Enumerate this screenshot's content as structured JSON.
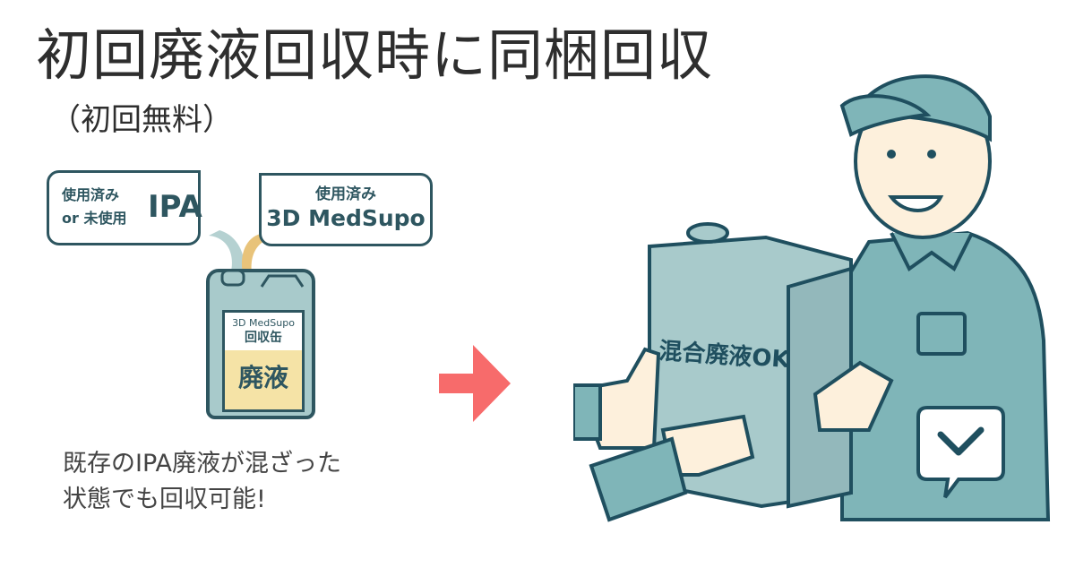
{
  "header": {
    "title": "初回廃液回収時に同梱回収",
    "subtitle": "（初回無料）"
  },
  "left_diagram": {
    "ipa_bubble": {
      "line1": "使用済み",
      "line2": "or 未使用",
      "label": "IPA"
    },
    "medsupo_bubble": {
      "line1": "使用済み",
      "label": "3D MedSupo"
    },
    "can": {
      "brand": "3D MedSupo",
      "name": "回収缶",
      "content": "廃液"
    },
    "caption": {
      "line1": "既存のIPA廃液が混ざった",
      "line2": "状態でも回収可能!"
    }
  },
  "arrow": {
    "icon": "arrow-right-icon",
    "color": "#f76b6b"
  },
  "right_illustration": {
    "can_text": "混合廃液OK",
    "badge_icon": "checkmark-speech-bubble-icon"
  },
  "colors": {
    "outline": "#1f4f5f",
    "teal": "#7fb5b8",
    "can_blue": "#a8cacb",
    "liquid_yellow": "#f5e3a6",
    "accent_orange": "#e8c37a",
    "arrow_red": "#f76b6b",
    "skin": "#fdf0dc"
  }
}
